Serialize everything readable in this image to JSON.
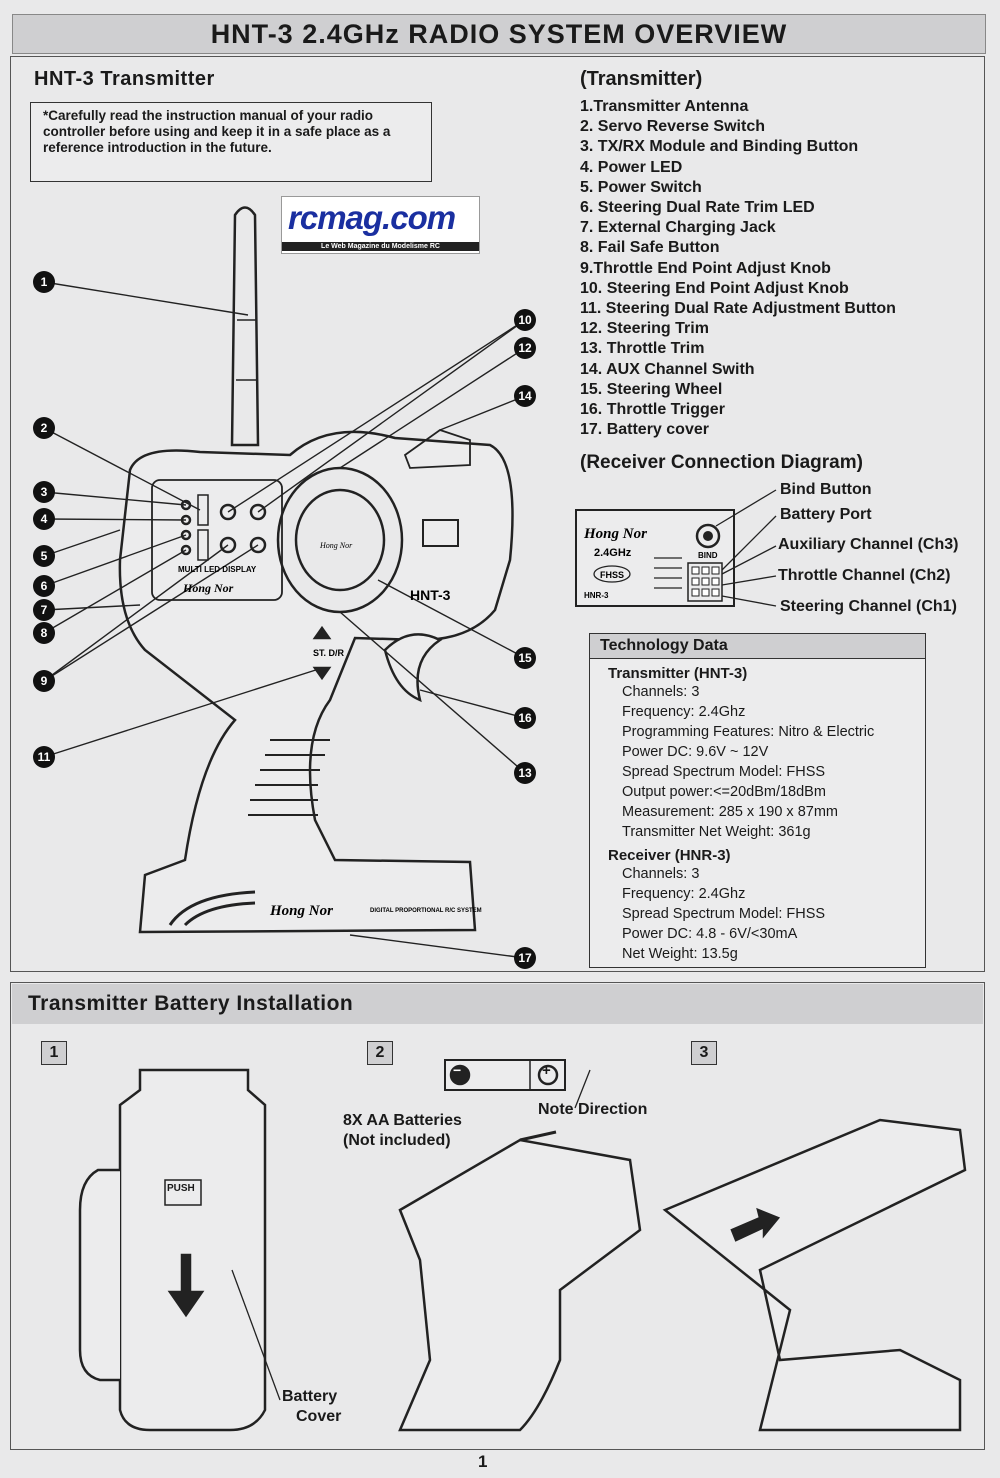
{
  "title": "HNT-3 2.4GHz RADIO SYSTEM OVERVIEW",
  "transmitter_section": {
    "heading": "HNT-3 Transmitter",
    "note": "*Carefully read the instruction manual of your radio controller before using and keep it in a safe place as a reference introduction in the future."
  },
  "logo": {
    "text": "rcmag.com",
    "tagline": "Le Web Magazine du Modelisme RC"
  },
  "diagram_labels": {
    "brand": "Hong Nor",
    "model": "HNT-3",
    "led_display": "MULTI LED DISPLAY",
    "st_dr": "ST. D/R",
    "base_brand": "Hong Nor",
    "base_text": "DIGITAL PROPORTIONAL R/C SYSTEM"
  },
  "callouts": [
    "1",
    "2",
    "3",
    "4",
    "5",
    "6",
    "7",
    "8",
    "9",
    "10",
    "11",
    "12",
    "13",
    "14",
    "15",
    "16",
    "17"
  ],
  "parts_heading": "(Transmitter)",
  "parts": [
    "1.Transmitter Antenna",
    "2. Servo Reverse Switch",
    "3. TX/RX Module and Binding Button",
    "4. Power LED",
    "5. Power Switch",
    "6. Steering Dual Rate Trim LED",
    "7. External Charging Jack",
    "8. Fail Safe Button",
    "9.Throttle End Point Adjust Knob",
    "10. Steering End Point Adjust Knob",
    "11. Steering Dual Rate Adjustment Button",
    "12. Steering Trim",
    "13. Throttle Trim",
    "14. AUX Channel Swith",
    "15. Steering Wheel",
    "16. Throttle Trigger",
    "17. Battery cover"
  ],
  "receiver": {
    "heading": "(Receiver Connection Diagram)",
    "brand": "Hong Nor",
    "freq": "2.4GHz",
    "fhss": "FHSS",
    "model": "HNR-3",
    "bind": "BIND",
    "labels": [
      "Bind Button",
      "Battery Port",
      "Auxiliary Channel (Ch3)",
      "Throttle Channel (Ch2)",
      "Steering Channel (Ch1)"
    ]
  },
  "tech": {
    "heading": "Technology Data",
    "transmitter_title": "Transmitter (HNT-3)",
    "transmitter_rows": [
      "Channels: 3",
      "Frequency: 2.4Ghz",
      "Programming Features: Nitro & Electric",
      "Power DC: 9.6V ~ 12V",
      "Spread Spectrum Model: FHSS",
      "Output power:<=20dBm/18dBm",
      "Measurement: 285 x 190 x 87mm",
      "Transmitter Net Weight: 361g"
    ],
    "receiver_title": "Receiver (HNR-3)",
    "receiver_rows": [
      "Channels: 3",
      "Frequency: 2.4Ghz",
      "Spread Spectrum Model: FHSS",
      "Power DC: 4.8 - 6V/<30mA",
      "Net Weight: 13.5g"
    ]
  },
  "battery": {
    "heading": "Transmitter Battery Installation",
    "steps": [
      "1",
      "2",
      "3"
    ],
    "push": "PUSH",
    "battery_cover": [
      "Battery",
      "Cover"
    ],
    "batteries": [
      "8X AA Batteries",
      "(Not included)"
    ],
    "note_direction": "Note Direction",
    "minus": "−",
    "plus": "+"
  },
  "page_number": "1"
}
